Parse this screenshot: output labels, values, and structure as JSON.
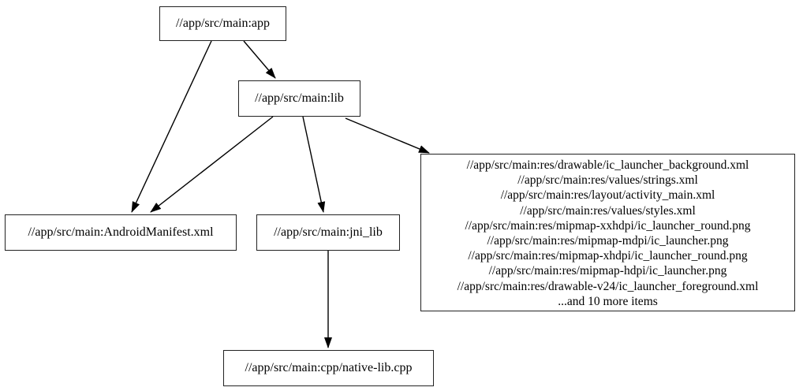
{
  "diagram": {
    "type": "dependency-graph",
    "background": "#ffffff",
    "node_border_color": "#222222",
    "edge_color": "#000000",
    "nodes": {
      "app": {
        "label": "//app/src/main:app"
      },
      "lib": {
        "label": "//app/src/main:lib"
      },
      "android_manifest": {
        "label": "//app/src/main:AndroidManifest.xml"
      },
      "jni_lib": {
        "label": "//app/src/main:jni_lib"
      },
      "native_lib_cpp": {
        "label": "//app/src/main:cpp/native-lib.cpp"
      },
      "res_files": {
        "lines": [
          "//app/src/main:res/drawable/ic_launcher_background.xml",
          "//app/src/main:res/values/strings.xml",
          "//app/src/main:res/layout/activity_main.xml",
          "//app/src/main:res/values/styles.xml",
          "//app/src/main:res/mipmap-xxhdpi/ic_launcher_round.png",
          "//app/src/main:res/mipmap-mdpi/ic_launcher.png",
          "//app/src/main:res/mipmap-xhdpi/ic_launcher_round.png",
          "//app/src/main:res/mipmap-hdpi/ic_launcher.png",
          "//app/src/main:res/drawable-v24/ic_launcher_foreground.xml",
          "...and 10 more items"
        ]
      }
    },
    "edges": [
      {
        "from": "app",
        "to": "lib"
      },
      {
        "from": "app",
        "to": "android_manifest"
      },
      {
        "from": "lib",
        "to": "android_manifest"
      },
      {
        "from": "lib",
        "to": "jni_lib"
      },
      {
        "from": "lib",
        "to": "res_files"
      },
      {
        "from": "jni_lib",
        "to": "native_lib_cpp"
      }
    ]
  }
}
